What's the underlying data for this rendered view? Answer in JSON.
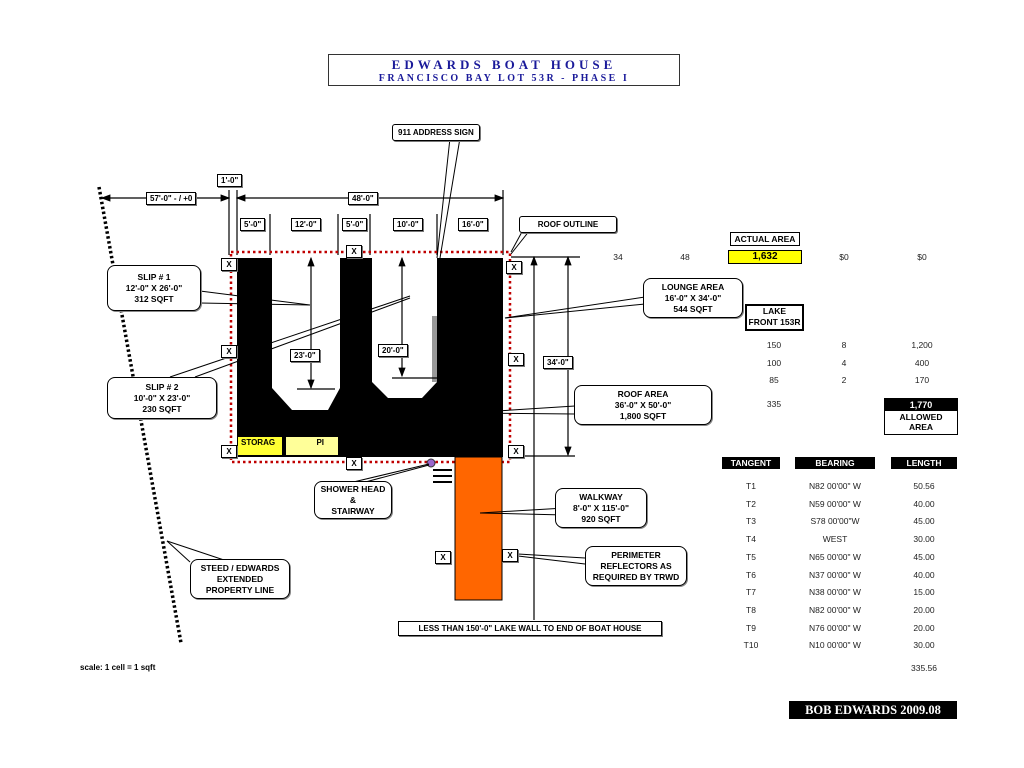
{
  "title": {
    "line1": "EDWARDS BOAT HOUSE",
    "line2": "FRANCISCO BAY LOT 53R - PHASE I"
  },
  "dimensions": {
    "setback": "57'-0\" - / +0",
    "gap": "1'-0\"",
    "overall_width": "48'-0\"",
    "seg1": "5'-0\"",
    "seg2": "12'-0\"",
    "seg3": "5'-0\"",
    "seg4": "10'-0\"",
    "seg5": "16'-0\"",
    "slip1_len": "23'-0\"",
    "slip2_len": "20'-0\"",
    "lounge_len": "34'-0\""
  },
  "callouts": {
    "address_sign": "911 ADDRESS SIGN",
    "roof_outline": "ROOF OUTLINE",
    "slip1": [
      "SLIP # 1",
      "12'-0\" X 26'-0\"",
      "312 SQFT"
    ],
    "slip2": [
      "SLIP # 2",
      "10'-0\" X 23'-0\"",
      "230 SQFT"
    ],
    "lounge": [
      "LOUNGE AREA",
      "16'-0\" X 34'-0\"",
      "544 SQFT"
    ],
    "roof_area": [
      "ROOF AREA",
      "36'-0\" X 50'-0\"",
      "1,800 SQFT"
    ],
    "shower": [
      "SHOWER HEAD",
      "&",
      "STAIRWAY"
    ],
    "walkway": [
      "WALKWAY",
      "8'-0\" X 115'-0\"",
      "920 SQFT"
    ],
    "reflectors": [
      "PERIMETER",
      "REFLECTORS AS",
      "REQUIRED BY TRWD"
    ],
    "property_line": [
      "STEED / EDWARDS",
      "EXTENDED",
      "PROPERTY LINE"
    ],
    "lake_wall": "LESS THAN 150'-0\" LAKE WALL TO END OF BOAT HOUSE"
  },
  "rooms": {
    "storage": "STORAG",
    "pier": "PI"
  },
  "marker": "X",
  "area_calc": {
    "row1": [
      "34",
      "48"
    ],
    "actual_area_label": "ACTUAL AREA",
    "actual_area_value": "1,632",
    "cost1": "$0",
    "cost2": "$0",
    "lake_front_label": [
      "LAKE",
      "FRONT 153R"
    ],
    "rows": [
      {
        "a": "150",
        "b": "8",
        "c": "1,200"
      },
      {
        "a": "100",
        "b": "4",
        "c": "400"
      },
      {
        "a": "85",
        "b": "2",
        "c": "170"
      }
    ],
    "total_frontage": "335",
    "allowed_area_value": "1,770",
    "allowed_area_label": [
      "ALLOWED",
      "AREA"
    ]
  },
  "tangent_table": {
    "headers": [
      "TANGENT",
      "BEARING",
      "LENGTH"
    ],
    "rows": [
      {
        "t": "T1",
        "bearing": "N82 00'00\" W",
        "length": "50.56"
      },
      {
        "t": "T2",
        "bearing": "N59 00'00\" W",
        "length": "40.00"
      },
      {
        "t": "T3",
        "bearing": "S78 00'00\"W",
        "length": "45.00"
      },
      {
        "t": "T4",
        "bearing": "WEST",
        "length": "30.00"
      },
      {
        "t": "T5",
        "bearing": "N65 00'00\" W",
        "length": "45.00"
      },
      {
        "t": "T6",
        "bearing": "N37 00'00\" W",
        "length": "40.00"
      },
      {
        "t": "T7",
        "bearing": "N38 00'00\" W",
        "length": "15.00"
      },
      {
        "t": "T8",
        "bearing": "N82 00'00\" W",
        "length": "20.00"
      },
      {
        "t": "T9",
        "bearing": "N76 00'00\" W",
        "length": "20.00"
      },
      {
        "t": "T10",
        "bearing": "N10 00'00\" W",
        "length": "30.00"
      }
    ],
    "total_length": "335.56"
  },
  "scale_note": "scale:  1 cell = 1 sqft",
  "signature": "BOB EDWARDS 2009.08",
  "colors": {
    "title_text": "#1a1a9a",
    "roof_outline": "#c00000",
    "building": "#000000",
    "walkway": "#ff6600",
    "storage": "#ffff33",
    "pier": "#ffff99",
    "actual_area_highlight": "#ffff00",
    "shower_head": "#9966cc"
  }
}
